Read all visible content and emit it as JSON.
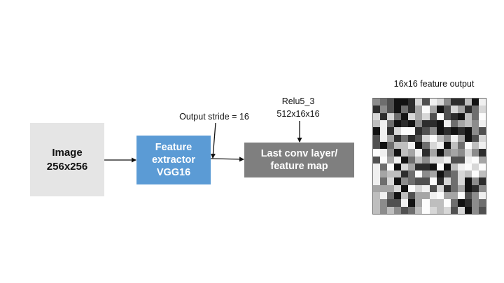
{
  "boxes": {
    "image": [
      "Image",
      "256x256"
    ],
    "extractor": [
      "Feature",
      "extractor",
      "VGG16"
    ],
    "conv": [
      "Last conv layer/",
      "feature map"
    ]
  },
  "labels": {
    "stride": "Output stride = 16",
    "relu": [
      "Relu5_3",
      "512x16x16"
    ],
    "feature_output": "16x16 feature output"
  },
  "colors": {
    "image_box": "#e5e5e5",
    "extractor_box": "#5b9bd5",
    "conv_box": "#7f7f7f",
    "arrow": "#111111"
  },
  "feature_map": {
    "rows": 16,
    "cols": 16,
    "seed": 20240517
  }
}
